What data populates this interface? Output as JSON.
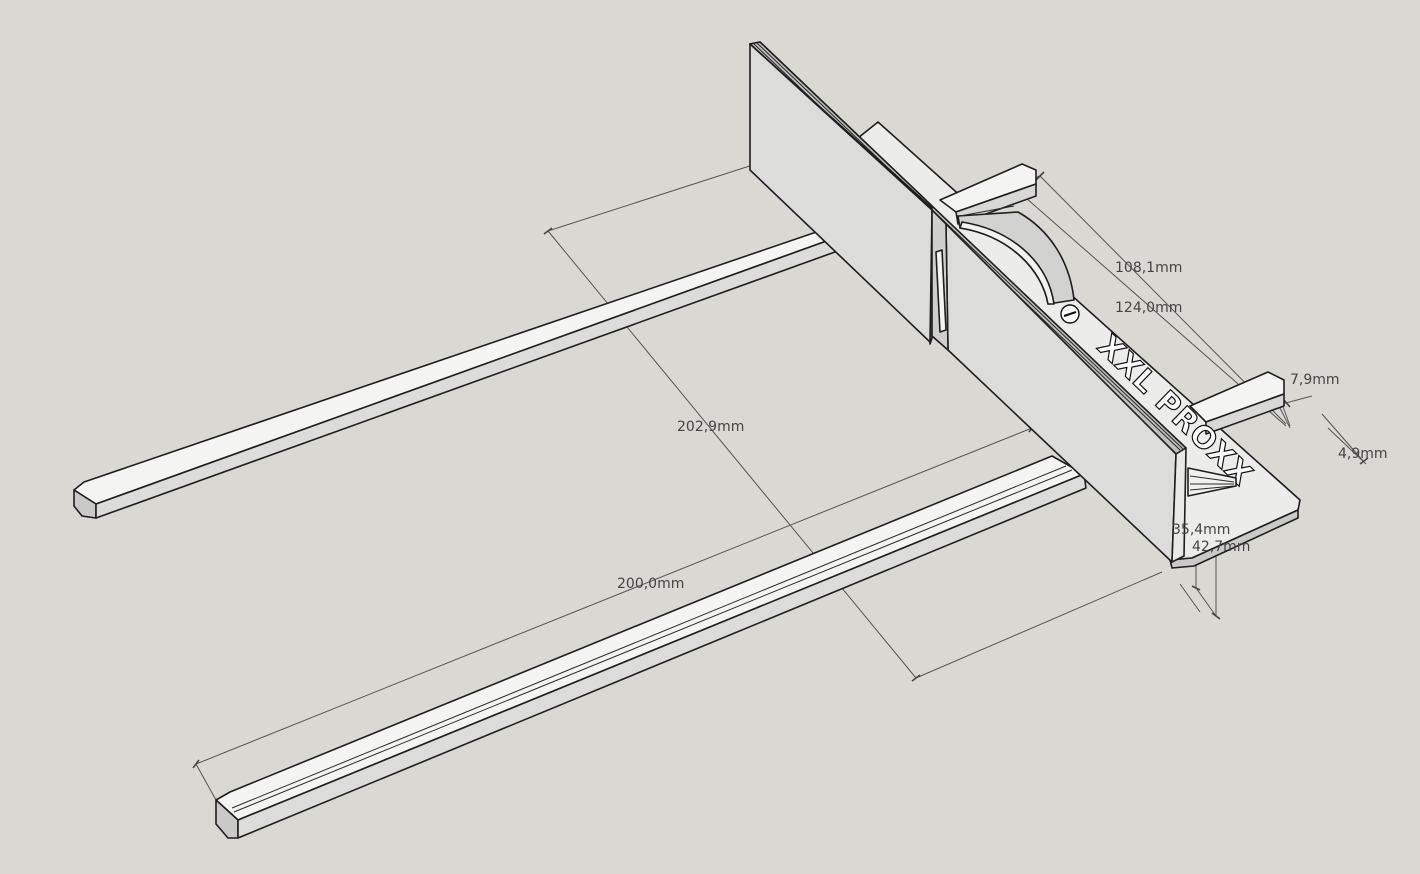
{
  "model": {
    "logo_text": "XXL PROXX",
    "colors": {
      "background": "#d9d8d3",
      "face_light": "#f4f4f2",
      "face_mid": "#e2e2e0",
      "face_dark": "#c8c8c6",
      "edge": "#1e1e1e",
      "dimension_line": "#555555",
      "dimension_text": "#444444"
    }
  },
  "dimensions": {
    "overall_length": "202,9mm",
    "rail_length": "200,0mm",
    "fence_length": "108,1mm",
    "rail_spacing": "124,0mm",
    "rail_width": "7,9mm",
    "rail_height": "4,9mm",
    "fence_height": "35,4mm",
    "total_height": "42,7mm"
  }
}
